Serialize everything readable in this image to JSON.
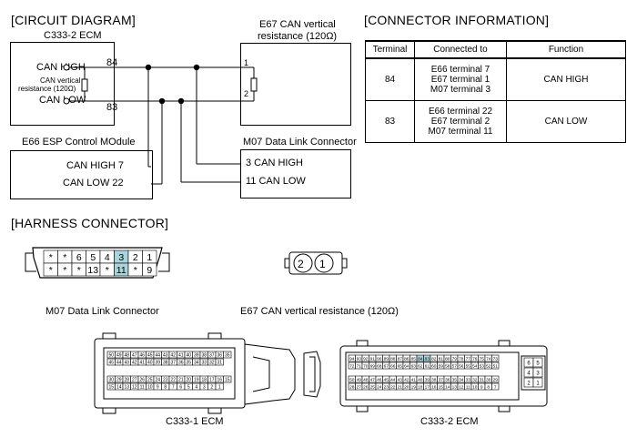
{
  "titles": {
    "circuit_diagram": "[CIRCUIT DIAGRAM]",
    "connector_information": "[CONNECTOR INFORMATION]",
    "harness_connector": "[HARNESS CONNECTOR]"
  },
  "circuit": {
    "ecm": {
      "name": "C333-2 ECM",
      "can_high": "CAN HIGH",
      "can_low": "CAN LOW",
      "pin_high": "84",
      "pin_low": "83",
      "resistor_label_1": "CAN vertical",
      "resistor_label_2": "resistance (120Ω)"
    },
    "e67": {
      "name_1": "E67 CAN vertical",
      "name_2": "resistance (120Ω)",
      "pin_1": "1",
      "pin_2": "2"
    },
    "e66": {
      "name": "E66 ESP Control MOdule",
      "can_high": "CAN HIGH 7",
      "can_low": "CAN LOW 22"
    },
    "m07": {
      "name": "M07 Data Link Connector",
      "can_high": "3 CAN HIGH",
      "can_low": "11 CAN LOW"
    }
  },
  "connector_table": {
    "headers": [
      "Terminal",
      "Connected to",
      "Function"
    ],
    "rows": [
      {
        "terminal": "84",
        "connected": [
          "E66 terminal 7",
          "E67 terminal 1",
          "M07 terminal 3"
        ],
        "function": "CAN HIGH"
      },
      {
        "terminal": "83",
        "connected": [
          "E66 terminal 22",
          "E67 terminal 2",
          "M07 terminal 11"
        ],
        "function": "CAN LOW"
      }
    ]
  },
  "harness": {
    "m07": {
      "caption": "M07 Data Link Connector",
      "top_row": [
        "*",
        "*",
        "6",
        "5",
        "4",
        "3",
        "2",
        "1"
      ],
      "bottom_row": [
        "*",
        "*",
        "*",
        "13",
        "*",
        "11",
        "*",
        "9"
      ],
      "highlight_color": "#a9d4dc"
    },
    "e67": {
      "caption": "E67 CAN vertical resistance (120Ω)",
      "pins": [
        "2",
        "1"
      ]
    },
    "c333_1": {
      "caption": "C333-1 ECM",
      "rows": [
        [
          "50",
          "49",
          "48",
          "47",
          "46",
          "45",
          "44",
          "43",
          "42",
          "41",
          "40",
          "39",
          "38",
          "37",
          "36",
          "35",
          "34",
          "33",
          "32",
          "31",
          "30",
          "29",
          "28",
          "27",
          "26",
          "25",
          "24",
          "23",
          "22",
          "21",
          "20",
          "19",
          "18",
          "17",
          "16",
          "15",
          "14",
          "13",
          "12",
          "11",
          "10",
          "9",
          "8",
          "7",
          "6",
          "5",
          "4",
          "3",
          "2",
          "1"
        ]
      ]
    },
    "c333_2": {
      "caption": "C333-2 ECM",
      "highlight": [
        "84",
        "83"
      ],
      "side_pins": [
        "6",
        "5",
        "4",
        "3",
        "2",
        "1"
      ]
    }
  }
}
